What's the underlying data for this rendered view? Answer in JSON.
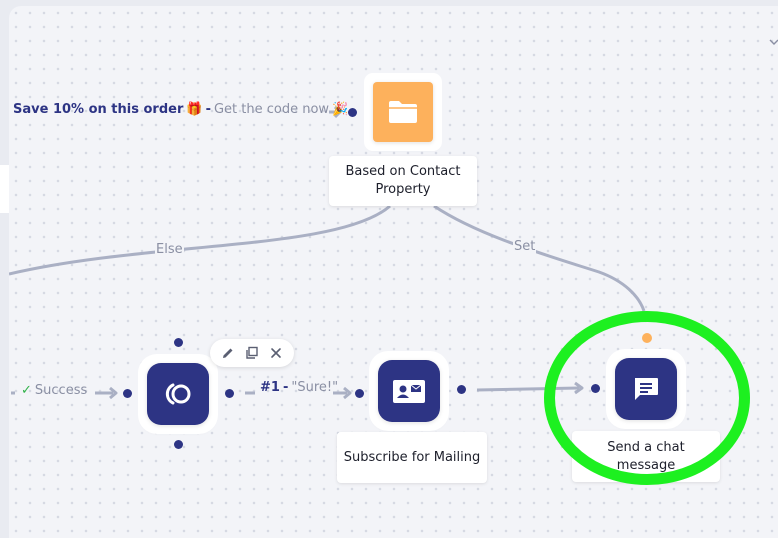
{
  "nodes": {
    "contact_property": {
      "label": "Based on Contact Property",
      "color": "#fdb15c",
      "icon": "folder-icon"
    },
    "integration": {
      "icon": "openai-ring-icon",
      "color": "#2d3484"
    },
    "subscribe": {
      "label": "Subscribe for Mailing",
      "color": "#2d3484",
      "icon": "contact-card-icon"
    },
    "chat_message": {
      "label": "Send a chat message",
      "color": "#2d3484",
      "icon": "chat-bubble-icon"
    }
  },
  "incoming_message": {
    "bold_text": "Save 10% on this order",
    "separator": "-",
    "normal_text": "Get the code now",
    "gift_emoji": "🎁",
    "party_emoji": "🎉"
  },
  "edges": {
    "else_label": "Else",
    "set_label": "Set",
    "success_check": "✓",
    "success_label": "Success",
    "button_number": "#1",
    "button_separator": "-",
    "button_text": "\"Sure!\""
  },
  "node_toolbar": {
    "edit_icon": "pencil-icon",
    "copy_icon": "copy-icon",
    "delete_icon": "close-icon"
  },
  "highlight_color": "#1df020",
  "collapse_icon": "chevron-down-icon"
}
